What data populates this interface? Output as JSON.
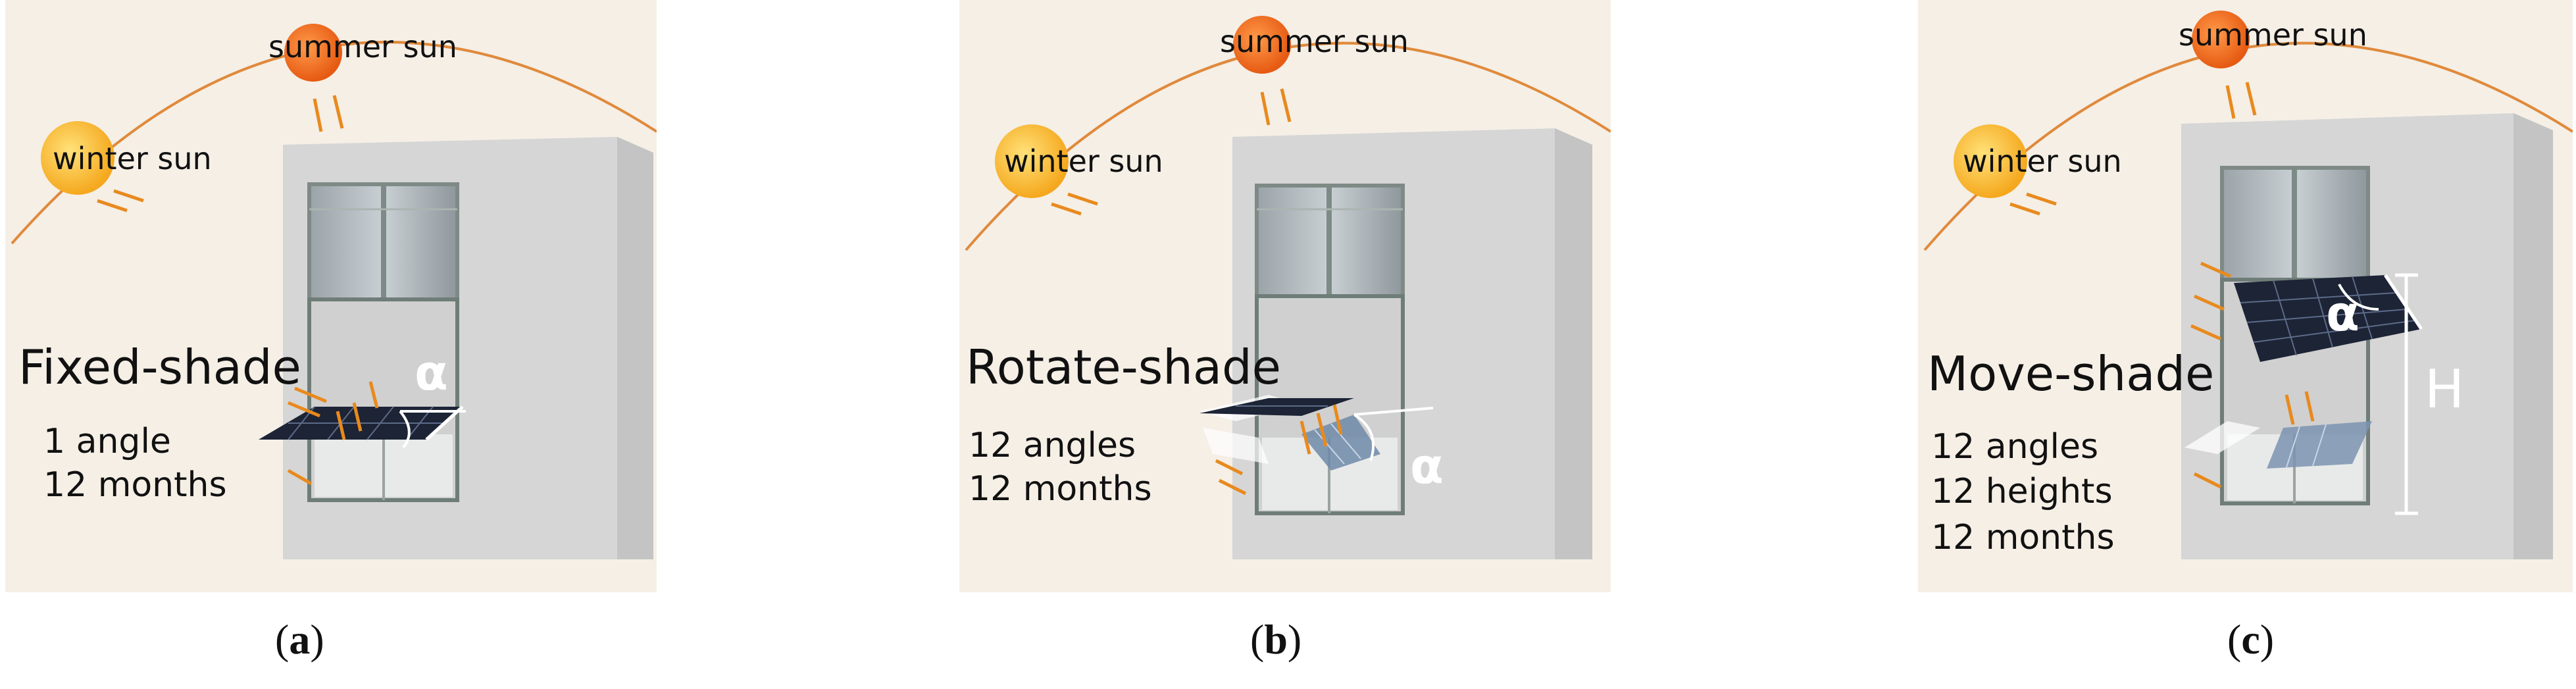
{
  "panels": [
    {
      "id": "a",
      "summer_sun": "summer sun",
      "winter_sun": "winter sun",
      "title": "Fixed-shade",
      "lines": [
        "1 angle",
        "12 months"
      ],
      "angle_symbol": "α",
      "caption_open": "(",
      "caption_letter": "a",
      "caption_close": ")"
    },
    {
      "id": "b",
      "summer_sun": "summer sun",
      "winter_sun": "winter sun",
      "title": "Rotate-shade",
      "lines": [
        "12 angles",
        "12 months"
      ],
      "angle_symbol": "α",
      "caption_open": "(",
      "caption_letter": "b",
      "caption_close": ")"
    },
    {
      "id": "c",
      "summer_sun": "summer sun",
      "winter_sun": "winter sun",
      "title": "Move-shade",
      "lines": [
        "12 angles",
        "12 heights",
        "12 months"
      ],
      "angle_symbol": "α",
      "height_symbol": "H",
      "caption_open": "(",
      "caption_letter": "c",
      "caption_close": ")"
    }
  ],
  "colors": {
    "background": "#f5efe6",
    "sun_orbit": "#e08a3c",
    "summer_sun": "#ef6f1e",
    "winter_sun": "#f8b82c",
    "ray": "#e88a1e",
    "building": "#d9d9d9",
    "solar_panel": "#1c2436"
  }
}
